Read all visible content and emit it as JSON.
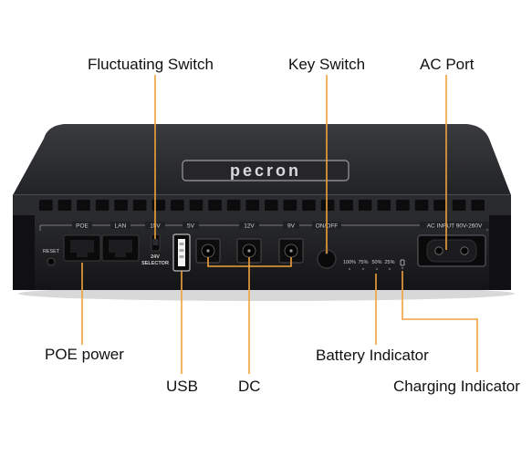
{
  "callouts": {
    "fluctuating_switch": "Fluctuating Switch",
    "key_switch": "Key Switch",
    "ac_port": "AC Port",
    "poe_power": "POE power",
    "usb": "USB",
    "dc": "DC",
    "battery_indicator": "Battery Indicator",
    "charging_indicator": "Charging Indicator"
  },
  "device": {
    "brand": "pecron",
    "panel_labels": {
      "reset": "RESET",
      "poe": "POE",
      "lan": "LAN",
      "v15": "15V",
      "v5": "5V",
      "v12": "12V",
      "v9": "9V",
      "onoff": "ON/OFF",
      "ac_input": "AC INPUT 90V-260V",
      "selector_line1": "24V",
      "selector_line2": "SELECTOR"
    },
    "battery_levels": [
      "100%",
      "75%",
      "50%",
      "25%"
    ]
  },
  "colors": {
    "callout_line": "#f0a23c",
    "body_dark": "#1e1f21",
    "body_top": "#2c2d30",
    "panel_text": "#cfcfcf"
  }
}
